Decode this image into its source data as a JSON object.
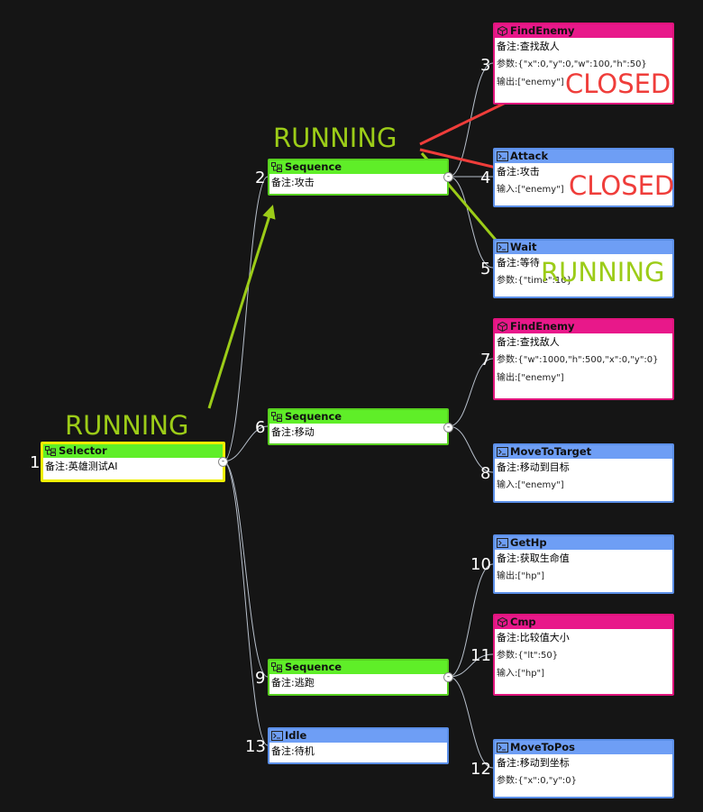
{
  "colors": {
    "background": "#151515",
    "composite_header": "#5fee28",
    "action_header": "#6e9ef5",
    "condition_header": "#e8188a",
    "root_border": "#f0f000",
    "running": "#9ccc18",
    "closed": "#ef3d3a",
    "wire": "#b8c0cc"
  },
  "status_labels": {
    "running": "RUNNING",
    "closed": "CLOSED"
  },
  "collapse_symbol": "-",
  "nodes": {
    "n1": {
      "index": "1",
      "type": "Selector",
      "kind": "composite",
      "icon": "composite-node-icon",
      "lines": [
        "备注:英雄测试AI"
      ]
    },
    "n2": {
      "index": "2",
      "type": "Sequence",
      "kind": "composite",
      "icon": "composite-node-icon",
      "lines": [
        "备注:攻击"
      ]
    },
    "n3": {
      "index": "3",
      "type": "FindEnemy",
      "kind": "condition",
      "icon": "cube-icon",
      "lines": [
        "备注:查找敌人",
        "参数:{\"x\":0,\"y\":0,\"w\":100,\"h\":50}",
        "输出:[\"enemy\"]"
      ]
    },
    "n4": {
      "index": "4",
      "type": "Attack",
      "kind": "action",
      "icon": "terminal-icon",
      "lines": [
        "备注:攻击",
        "输入:[\"enemy\"]"
      ]
    },
    "n5": {
      "index": "5",
      "type": "Wait",
      "kind": "action",
      "icon": "terminal-icon",
      "lines": [
        "备注:等待",
        "参数:{\"time\":10}"
      ]
    },
    "n6": {
      "index": "6",
      "type": "Sequence",
      "kind": "composite",
      "icon": "composite-node-icon",
      "lines": [
        "备注:移动"
      ]
    },
    "n7": {
      "index": "7",
      "type": "FindEnemy",
      "kind": "condition",
      "icon": "cube-icon",
      "lines": [
        "备注:查找敌人",
        "参数:{\"w\":1000,\"h\":500,\"x\":0,\"y\":0}",
        "输出:[\"enemy\"]"
      ]
    },
    "n8": {
      "index": "8",
      "type": "MoveToTarget",
      "kind": "action",
      "icon": "terminal-icon",
      "lines": [
        "备注:移动到目标",
        "输入:[\"enemy\"]"
      ]
    },
    "n9": {
      "index": "9",
      "type": "Sequence",
      "kind": "composite",
      "icon": "composite-node-icon",
      "lines": [
        "备注:逃跑"
      ]
    },
    "n10": {
      "index": "10",
      "type": "GetHp",
      "kind": "action",
      "icon": "terminal-icon",
      "lines": [
        "备注:获取生命值",
        "输出:[\"hp\"]"
      ]
    },
    "n11": {
      "index": "11",
      "type": "Cmp",
      "kind": "condition",
      "icon": "cube-icon",
      "lines": [
        "备注:比较值大小",
        "参数:{\"lt\":50}",
        "输入:[\"hp\"]"
      ]
    },
    "n12": {
      "index": "12",
      "type": "MoveToPos",
      "kind": "action",
      "icon": "terminal-icon",
      "lines": [
        "备注:移动到坐标",
        "参数:{\"x\":0,\"y\":0}"
      ]
    },
    "n13": {
      "index": "13",
      "type": "Idle",
      "kind": "action",
      "icon": "terminal-icon",
      "lines": [
        "备注:待机"
      ]
    }
  }
}
